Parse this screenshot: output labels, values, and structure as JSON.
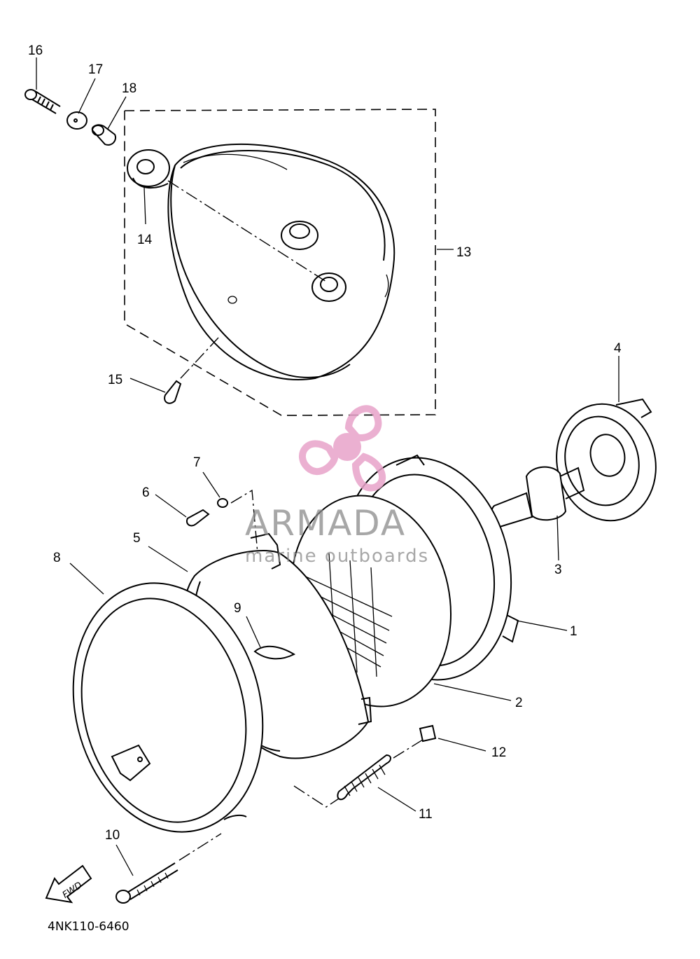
{
  "diagram": {
    "part_code": "4NK110-6460",
    "direction_marker": "FWD",
    "watermark": {
      "brand": "ARMADA",
      "tagline": "marine outboards",
      "logo_color": "#e8a3c9"
    },
    "callouts": [
      {
        "number": "1"
      },
      {
        "number": "2"
      },
      {
        "number": "3"
      },
      {
        "number": "4"
      },
      {
        "number": "5"
      },
      {
        "number": "6"
      },
      {
        "number": "7"
      },
      {
        "number": "8"
      },
      {
        "number": "9"
      },
      {
        "number": "10"
      },
      {
        "number": "11"
      },
      {
        "number": "12"
      },
      {
        "number": "13"
      },
      {
        "number": "14"
      },
      {
        "number": "15"
      },
      {
        "number": "16"
      },
      {
        "number": "17"
      },
      {
        "number": "18"
      }
    ]
  }
}
